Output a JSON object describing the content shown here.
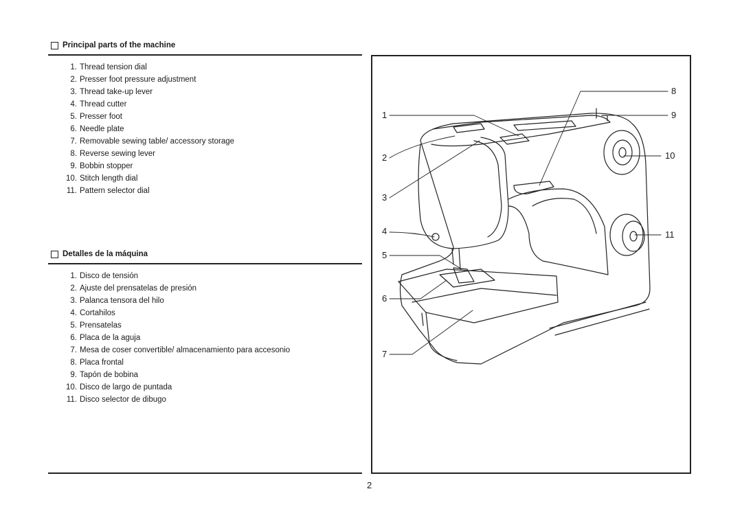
{
  "english": {
    "heading": "Principal parts of the machine",
    "items": [
      {
        "num": "1.",
        "text": "Thread tension dial"
      },
      {
        "num": "2.",
        "text": "Presser foot pressure adjustment"
      },
      {
        "num": "3.",
        "text": "Thread take-up lever"
      },
      {
        "num": "4.",
        "text": "Thread cutter"
      },
      {
        "num": "5.",
        "text": "Presser foot"
      },
      {
        "num": "6.",
        "text": "Needle plate"
      },
      {
        "num": "7.",
        "text": "Removable sewing table/ accessory storage"
      },
      {
        "num": "8.",
        "text": "Reverse sewing lever"
      },
      {
        "num": "9.",
        "text": "Bobbin stopper"
      },
      {
        "num": "10.",
        "text": "Stitch length dial"
      },
      {
        "num": "11.",
        "text": "Pattern selector dial"
      }
    ]
  },
  "spanish": {
    "heading": "Detalles de la máquina",
    "items": [
      {
        "num": "1.",
        "text": "Disco de tensión"
      },
      {
        "num": "2.",
        "text": "Ajuste del prensatelas de presión"
      },
      {
        "num": "3.",
        "text": "Palanca tensora del hilo"
      },
      {
        "num": "4.",
        "text": "Cortahilos"
      },
      {
        "num": "5.",
        "text": "Prensatelas"
      },
      {
        "num": "6.",
        "text": "Placa de la aguja"
      },
      {
        "num": "7.",
        "text": "Mesa de coser convertible/ almacenamiento para accesonio"
      },
      {
        "num": "8.",
        "text": "Placa frontal"
      },
      {
        "num": "9.",
        "text": "Tapón de bobina"
      },
      {
        "num": "10.",
        "text": "Disco de largo de puntada"
      },
      {
        "num": "11.",
        "text": "Disco selector de dibugo"
      }
    ]
  },
  "diagram": {
    "callouts": [
      "1",
      "2",
      "3",
      "4",
      "5",
      "6",
      "7",
      "8",
      "9",
      "10",
      "11"
    ]
  },
  "page_number": "2"
}
